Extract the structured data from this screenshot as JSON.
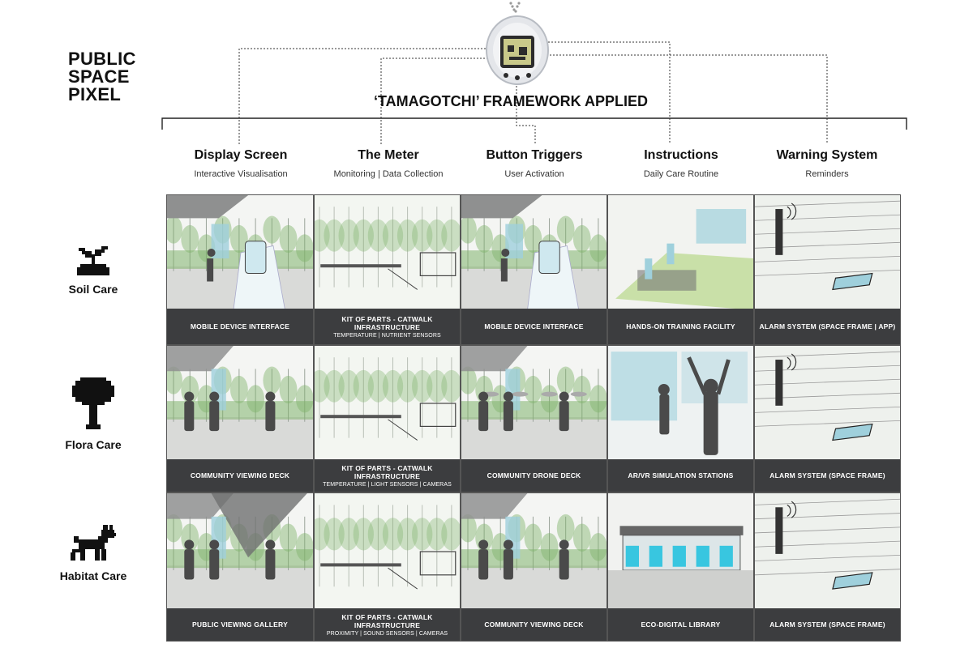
{
  "brand": {
    "line1": "PUBLIC",
    "line2": "SPACE",
    "line3": "PIXEL"
  },
  "framework_title": "‘TAMAGOTCHI’ FRAMEWORK APPLIED",
  "columns": [
    {
      "title": "Display Screen",
      "subtitle": "Interactive Visualisation"
    },
    {
      "title": "The Meter",
      "subtitle": "Monitoring | Data Collection"
    },
    {
      "title": "Button Triggers",
      "subtitle": "User Activation"
    },
    {
      "title": "Instructions",
      "subtitle": "Daily Care Routine"
    },
    {
      "title": "Warning System",
      "subtitle": "Reminders"
    }
  ],
  "rows": [
    {
      "label": "Soil Care",
      "icon": "sprout-icon"
    },
    {
      "label": "Flora Care",
      "icon": "tree-icon"
    },
    {
      "label": "Habitat Care",
      "icon": "dog-icon"
    }
  ],
  "cells": [
    [
      {
        "caption": "MOBILE DEVICE INTERFACE",
        "sub": ""
      },
      {
        "caption": "KIT OF PARTS - CATWALK INFRASTRUCTURE",
        "sub": "TEMPERATURE | NUTRIENT SENSORS"
      },
      {
        "caption": "MOBILE DEVICE INTERFACE",
        "sub": ""
      },
      {
        "caption": "HANDS-ON TRAINING FACILITY",
        "sub": ""
      },
      {
        "caption": "ALARM SYSTEM (SPACE FRAME | APP)",
        "sub": ""
      }
    ],
    [
      {
        "caption": "COMMUNITY VIEWING DECK",
        "sub": ""
      },
      {
        "caption": "KIT OF PARTS - CATWALK INFRASTRUCTURE",
        "sub": "TEMPERATURE | LIGHT SENSORS | CAMERAS"
      },
      {
        "caption": "COMMUNITY DRONE DECK",
        "sub": ""
      },
      {
        "caption": "AR/VR SIMULATION STATIONS",
        "sub": ""
      },
      {
        "caption": "ALARM SYSTEM (SPACE FRAME)",
        "sub": ""
      }
    ],
    [
      {
        "caption": "PUBLIC VIEWING GALLERY",
        "sub": ""
      },
      {
        "caption": "KIT OF PARTS - CATWALK INFRASTRUCTURE",
        "sub": "PROXIMITY | SOUND SENSORS | CAMERAS"
      },
      {
        "caption": "COMMUNITY VIEWING DECK",
        "sub": ""
      },
      {
        "caption": "ECO-DIGITAL LIBRARY",
        "sub": ""
      },
      {
        "caption": "ALARM SYSTEM (SPACE FRAME)",
        "sub": ""
      }
    ]
  ],
  "colors": {
    "caption_bg": "#3c3d3f",
    "foliage": "#7fb36b",
    "glass": "#9fd0dc",
    "figure": "#4a4a4a"
  },
  "device_icon": "tamagotchi-device-icon"
}
